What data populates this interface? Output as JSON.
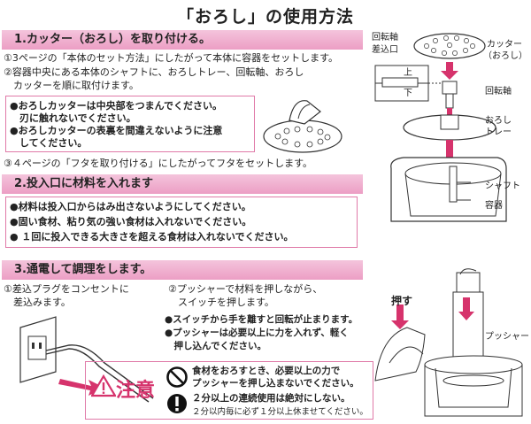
{
  "title": "「おろし」の使用方法",
  "section1": {
    "heading": "1.カッター（おろし）を取り付ける。",
    "step1": "①3ページの「本体のセット方法」にしたがって本体に容器をセットします。",
    "step2a": "②容器中央にある本体のシャフトに、おろしトレー、回転軸、おろし",
    "step2b": "　カッターを順に取付けます。",
    "note1a": "●おろしカッターは中央部をつまんでください。",
    "note1b": "　刃に触れないでください。",
    "note2a": "●おろしカッターの表裏を間違えないように注意",
    "note2b": "　してください。",
    "step3": "③４ページの「フタを取り付ける」にしたがってフタをセットします。"
  },
  "section2": {
    "heading": "2.投入口に材料を入れます",
    "items": [
      "●材料は投入口からはみ出さないようにしてください。",
      "●固い食材、粘り気の強い食材は入れないでください。",
      "● １回に投入できる大きさを超える食材は入れないでください。"
    ]
  },
  "section3": {
    "heading": "3.通電して調理をします。",
    "step1a": "①差込プラグをコンセントに",
    "step1b": "　差込みます。",
    "step2a": "②プッシャーで材料を押しながら、",
    "step2b": "　スイッチを押します。",
    "note1": "●スイッチから手を離すと回転が止まります。",
    "note2a": "●プッシャーは必要以上に力を入れず、軽く",
    "note2b": "　押し込んでください。"
  },
  "caution": {
    "title": "注意",
    "line1a": "食材をおろすとき、必要以上の力で",
    "line1b": "プッシャーを押し込まないでください。",
    "line2a": "２分以上の連続使用は絶対にしない。",
    "line2b": "２分以内毎に必ず１分以上休ませてください。"
  },
  "diagram": {
    "label_shaft_axis": "回転軸",
    "label_insert_port": "差込口",
    "label_cutter": "カッター",
    "label_cutter_sub": "（おろし）",
    "label_up": "上",
    "label_down": "下",
    "label_rotation_axis": "回転軸",
    "label_tray1": "おろし",
    "label_tray2": "トレー",
    "label_shaft": "シャフト",
    "label_container": "容器",
    "label_push": "押す",
    "label_pusher": "プッシャー"
  },
  "colors": {
    "pink": "#ec9ec4",
    "border": "#e07aa8",
    "warn": "#d6336c"
  }
}
